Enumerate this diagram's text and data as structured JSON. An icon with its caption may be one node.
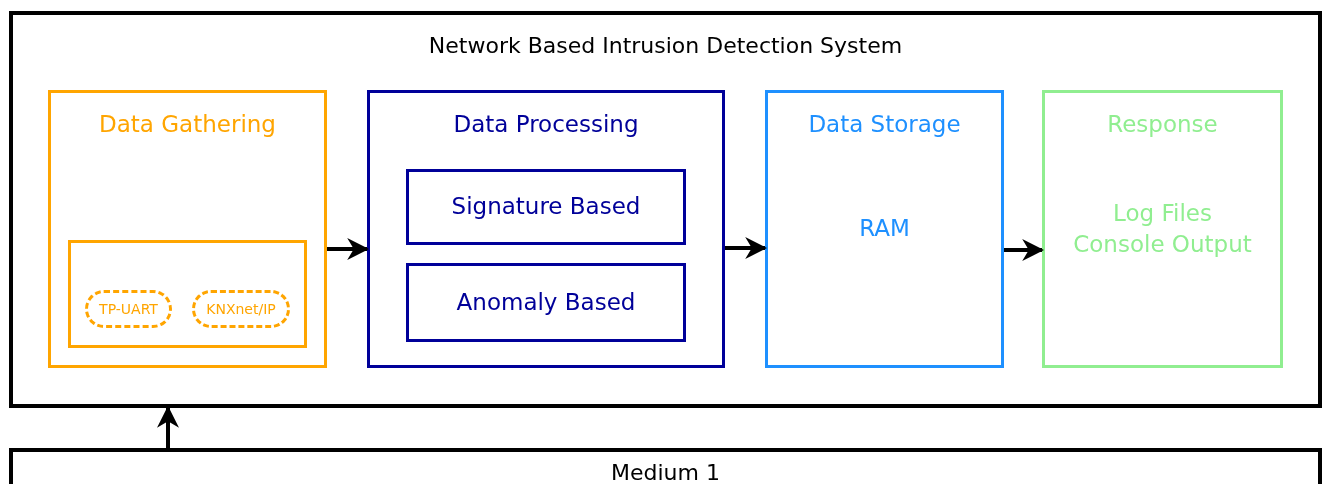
{
  "diagram": {
    "nodes": [
      {
        "text": [
          "Network Based Intrusion Detection System"
        ]
      },
      {
        "text": [
          "Data Gathering"
        ],
        "in": 0
      },
      {
        "text": [],
        "shape": "box",
        "in": 1
      },
      {
        "text": [
          "TP-UART"
        ],
        "in": 2
      },
      {
        "text": [
          "KNXnet/IP"
        ],
        "in": 2
      },
      {
        "text": [
          "Data Processing"
        ],
        "in": 0
      },
      {
        "text": [
          "Signature Based"
        ],
        "in": 5
      },
      {
        "text": [
          "Anomaly Based"
        ],
        "in": 5
      },
      {
        "text": [
          "Data Storage",
          "RAM"
        ],
        "in": 0
      },
      {
        "text": [
          "Response",
          "Log Files Console Output"
        ],
        "in": 0
      },
      {
        "text": [
          "Medium 1"
        ]
      }
    ],
    "edges": [
      {
        "from": 1,
        "to": 5,
        "arrow": "to"
      },
      {
        "from": 5,
        "to": 8,
        "arrow": "to"
      },
      {
        "from": 8,
        "to": 9,
        "arrow": "to"
      },
      {
        "from": 10,
        "to": 0,
        "arrow": "to"
      }
    ]
  }
}
